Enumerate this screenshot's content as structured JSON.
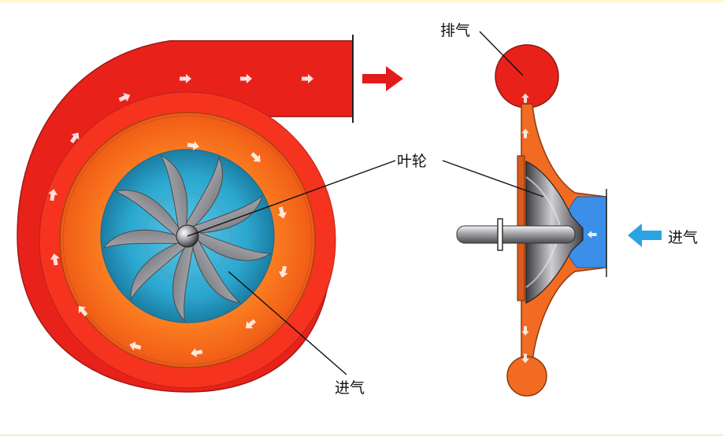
{
  "labels": {
    "exhaust": "排气",
    "impeller": "叶轮",
    "intake_right": "进气",
    "intake_bottom": "进气"
  },
  "colors": {
    "volute_red": "#e8221b",
    "impeller_orange": "#f06a1e",
    "intake_blue": "#3aaed6",
    "water_blue": "#2f9fe6",
    "blade_gray": "#a9aaae",
    "arrow_red": "#e41b1b",
    "arrow_blue": "#2ba3e3"
  },
  "icons": [
    "outflow-arrow-icon",
    "inflow-arrow-icon"
  ]
}
